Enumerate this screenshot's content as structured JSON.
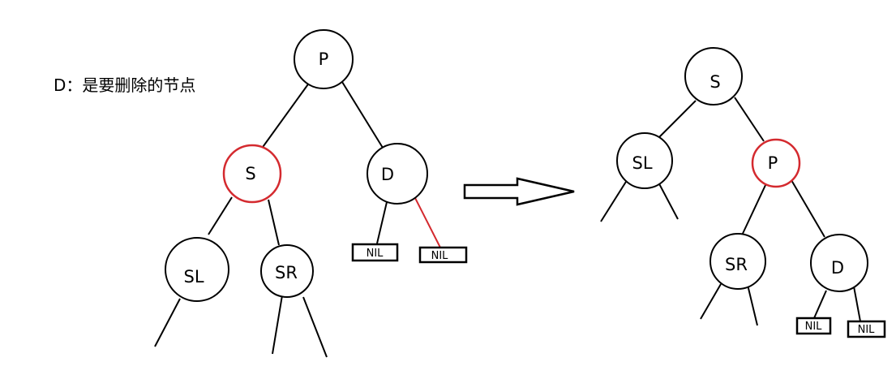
{
  "caption": "D：是要删除的节点",
  "colors": {
    "black": "#000000",
    "red": "#d42a2f"
  },
  "before": {
    "nodes": {
      "P": "P",
      "S": "S",
      "D": "D",
      "SL": "SL",
      "SR": "SR",
      "nil_left": "NIL",
      "nil_right": "NIL"
    },
    "red_nodes": [
      "S"
    ],
    "red_edges": [
      "D-nil_right"
    ]
  },
  "after": {
    "nodes": {
      "S": "S",
      "SL": "SL",
      "P": "P",
      "SR": "SR",
      "D": "D",
      "nil_left": "NIL",
      "nil_right": "NIL"
    },
    "red_nodes": [
      "P"
    ],
    "red_edges": []
  }
}
